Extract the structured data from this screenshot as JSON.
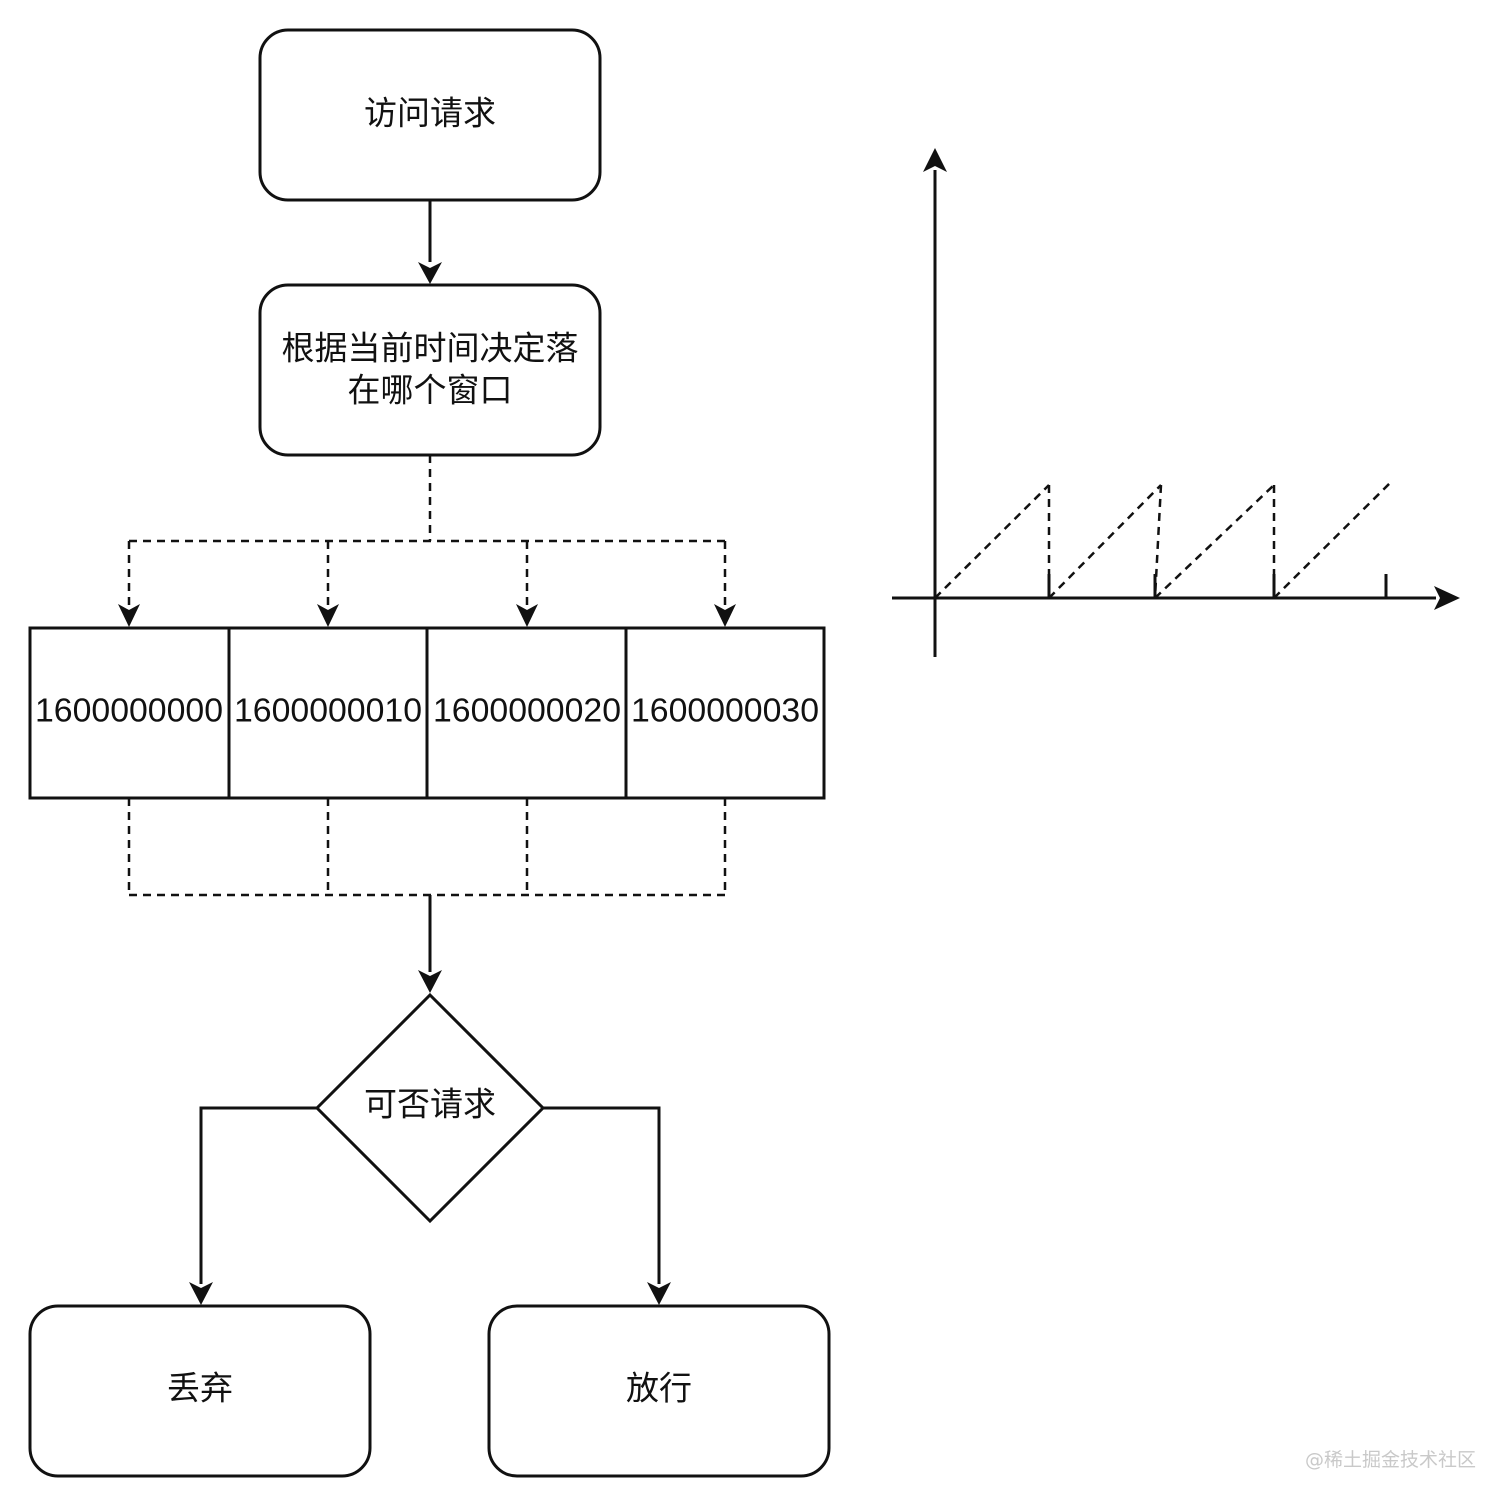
{
  "flowchart": {
    "start_label": "访问请求",
    "locate_label_line1": "根据当前时间决定落",
    "locate_label_line2": "在哪个窗口",
    "windows": [
      "1600000000",
      "1600000010",
      "1600000020",
      "1600000030"
    ],
    "decision_label": "可否请求",
    "reject_label": "丢弃",
    "allow_label": "放行"
  },
  "watermark": "@稀土掘金技术社区"
}
